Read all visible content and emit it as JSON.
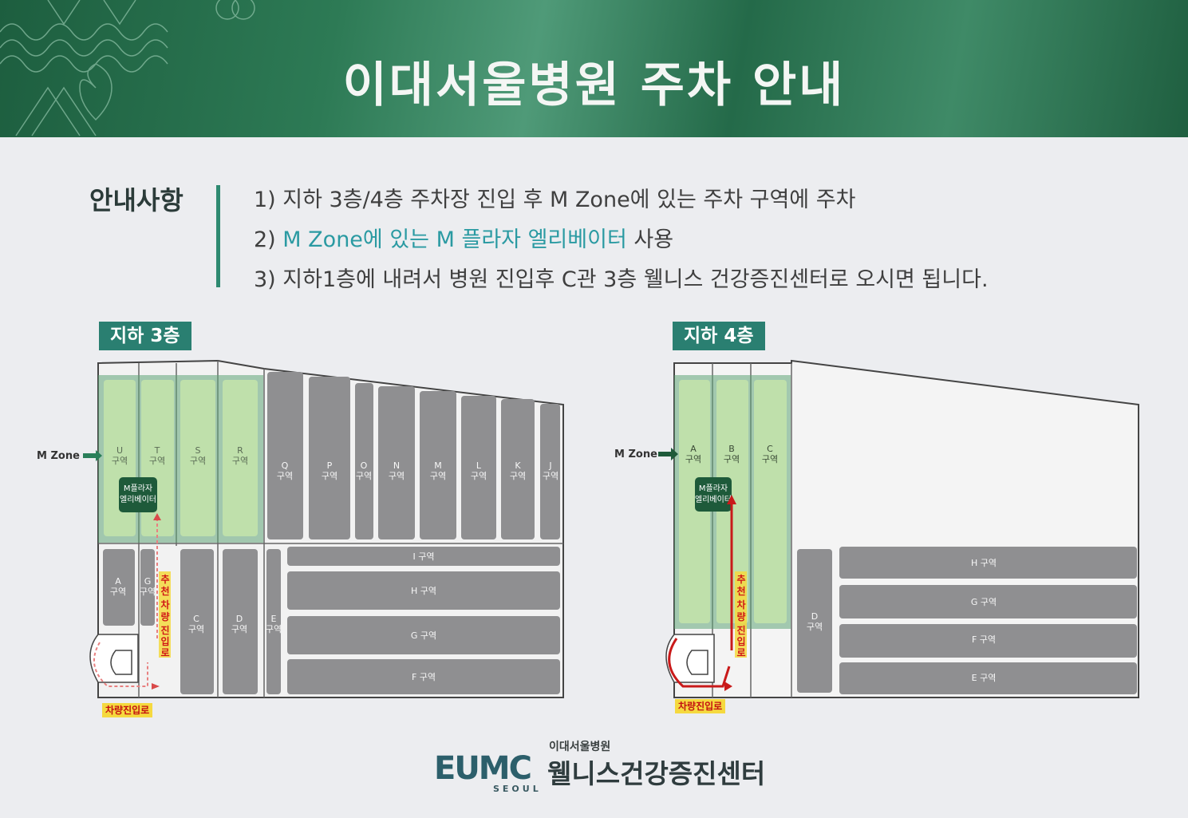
{
  "header": {
    "title": "이대서울병원 주차 안내"
  },
  "notice": {
    "label": "안내사항",
    "lines": [
      {
        "text": "1) 지하 3층/4층 주차장 진입 후 M Zone에 있는 주차 구역에 주차"
      },
      {
        "prefix": "2) ",
        "highlight": "M Zone에 있는 M 플라자 엘리베이터",
        "suffix": " 사용"
      },
      {
        "text": "3) 지하1층에 내려서 병원 진입후 C관 3층 웰니스 건강증진센터로 오시면 됩니다."
      }
    ]
  },
  "b3": {
    "label": "지하 3층",
    "mzone": "M Zone",
    "green_zones": [
      "U",
      "T",
      "S",
      "R"
    ],
    "upper_zones": [
      "Q",
      "P",
      "O",
      "N",
      "M",
      "L",
      "K",
      "J"
    ],
    "lower_left_zones": [
      "A",
      "G"
    ],
    "lower_mid_zones": [
      "C",
      "D",
      "E"
    ],
    "horizontal_zones": [
      "I 구역",
      "H 구역",
      "G 구역",
      "F 구역"
    ],
    "zone_suffix": "구역",
    "elevator": [
      "M플라자",
      "엘리베이터"
    ],
    "recommended": [
      "추",
      "천",
      "차",
      "량",
      "진",
      "입",
      "로"
    ],
    "entry": "차량진입로"
  },
  "b4": {
    "label": "지하 4층",
    "mzone": "M Zone",
    "green_zones": [
      "A",
      "B",
      "C"
    ],
    "side_zone": "D",
    "horizontal_zones": [
      "H 구역",
      "G 구역",
      "F 구역",
      "E 구역"
    ],
    "zone_suffix": "구역",
    "elevator": [
      "M플라자",
      "엘리베이터"
    ],
    "recommended": [
      "추",
      "천",
      "차",
      "량",
      "진",
      "입",
      "로"
    ],
    "entry": "차량진입로"
  },
  "footer": {
    "hospital": "이대서울병원",
    "logo": "EUMC",
    "logo_sub": "SEOUL",
    "center": "웰니스건강증진센터"
  },
  "colors": {
    "header": "#246a49",
    "green_zone": "#b8dca6",
    "gray_zone": "#8f8f91",
    "accent": "#2a7f71",
    "red": "#d01616"
  }
}
